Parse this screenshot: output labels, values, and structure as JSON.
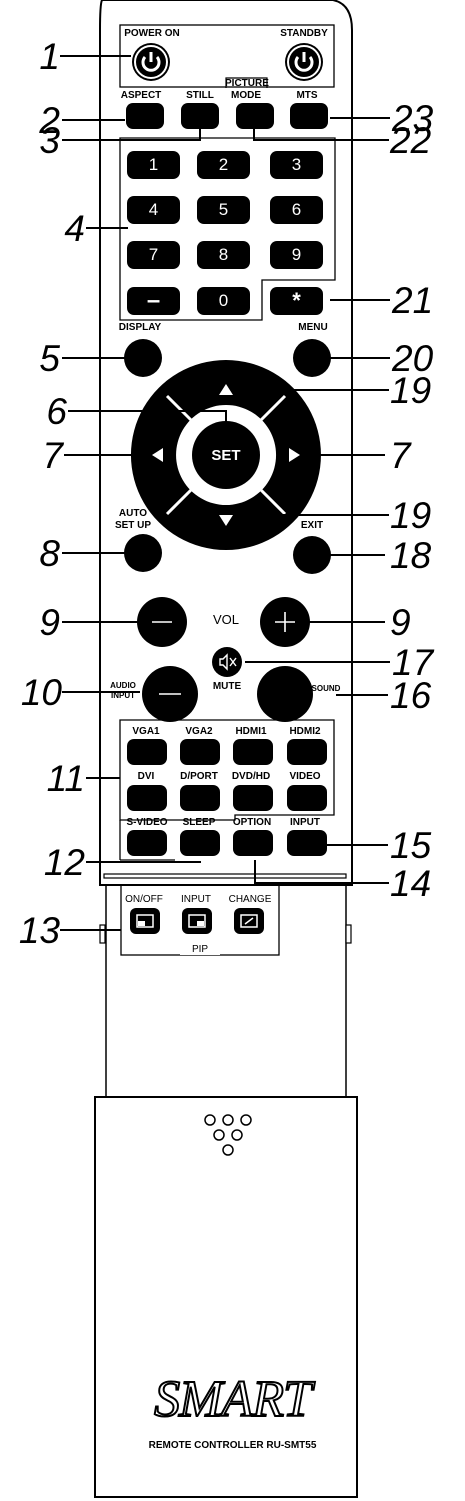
{
  "title": "REMOTE CONTROLLER RU-SMT55",
  "brand": "SMART",
  "colors": {
    "button": "#000000",
    "body": "#ffffff",
    "outline": "#000000"
  },
  "callouts": {
    "n1": "1",
    "n2": "2",
    "n3": "3",
    "n4": "4",
    "n5": "5",
    "n6": "6",
    "n7a": "7",
    "n7b": "7",
    "n8": "8",
    "n9a": "9",
    "n9b": "9",
    "n10": "10",
    "n11": "11",
    "n12": "12",
    "n13": "13",
    "n14": "14",
    "n15": "15",
    "n16": "16",
    "n17": "17",
    "n18": "18",
    "n19a": "19",
    "n19b": "19",
    "n20": "20",
    "n21": "21",
    "n22": "22",
    "n23": "23"
  },
  "labels": {
    "power_on": "POWER ON",
    "standby": "STANDBY",
    "aspect": "ASPECT",
    "still": "STILL",
    "picture": "PICTURE",
    "mode": "MODE",
    "mts": "MTS",
    "display": "DISPLAY",
    "menu": "MENU",
    "auto": "AUTO",
    "setup": "SET UP",
    "exit": "EXIT",
    "vol": "VOL",
    "mute": "MUTE",
    "audio": "AUDIO",
    "input_small": "INPUT",
    "sound": "SOUND",
    "vga1": "VGA1",
    "vga2": "VGA2",
    "hdmi1": "HDMI1",
    "hdmi2": "HDMI2",
    "dvi": "DVI",
    "dport": "D/PORT",
    "dvdhd": "DVD/HD",
    "video": "VIDEO",
    "svideo": "S-VIDEO",
    "sleep": "SLEEP",
    "option": "OPTION",
    "input": "INPUT",
    "pip_onoff": "ON/OFF",
    "pip_input": "INPUT",
    "pip_change": "CHANGE",
    "pip": "PIP",
    "set": "SET"
  },
  "keypad": [
    "1",
    "2",
    "3",
    "4",
    "5",
    "6",
    "7",
    "8",
    "9",
    "–",
    "0",
    "*"
  ],
  "icons": {
    "power": "power-icon",
    "up": "arrow-up-icon",
    "down": "arrow-down-icon",
    "left": "arrow-left-icon",
    "right": "arrow-right-icon",
    "mute": "mute-icon",
    "minus": "minus-icon",
    "plus": "plus-icon",
    "pip": "pip-window-icon",
    "speaker": "speaker-holes-icon"
  }
}
